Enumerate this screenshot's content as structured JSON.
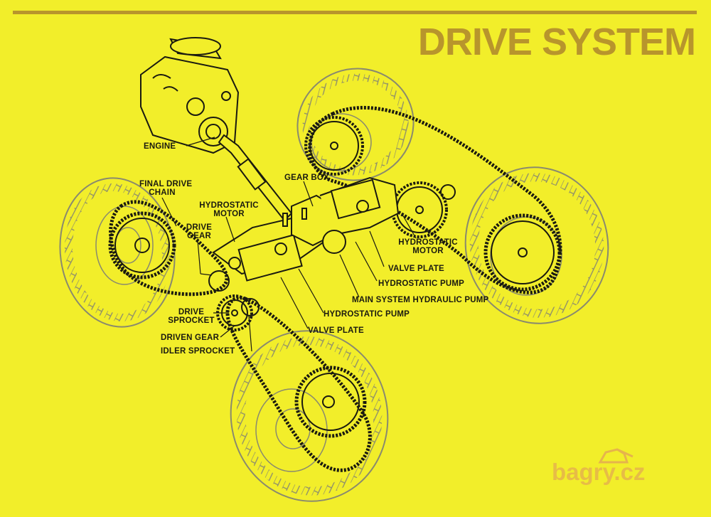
{
  "title": "DRIVE SYSTEM",
  "labels": {
    "engine": "ENGINE",
    "gear_box": "GEAR BOX",
    "final_drive_chain_1": "FINAL DRIVE",
    "final_drive_chain_2": "CHAIN",
    "hydrostatic_motor_left_1": "HYDROSTATIC",
    "hydrostatic_motor_left_2": "MOTOR",
    "drive_gear_1": "DRIVE",
    "drive_gear_2": "GEAR",
    "hydrostatic_motor_right_1": "HYDROSTATIC",
    "hydrostatic_motor_right_2": "MOTOR",
    "valve_plate_right": "VALVE PLATE",
    "hydrostatic_pump_right": "HYDROSTATIC PUMP",
    "main_system_hydraulic_pump": "MAIN SYSTEM HYDRAULIC PUMP",
    "hydrostatic_pump_bottom": "HYDROSTATIC PUMP",
    "valve_plate_bottom": "VALVE PLATE",
    "drive_sprocket_1": "DRIVE",
    "drive_sprocket_2": "SPROCKET",
    "driven_gear": "DRIVEN GEAR",
    "idler_sprocket": "IDLER SPROCKET"
  },
  "watermark": "bagry.cz",
  "colors": {
    "background": "#f2ee2a",
    "title": "#b8952c",
    "ink": "#1a1a10",
    "tire": "#8a8a6e",
    "watermark": "#e6b44c"
  }
}
